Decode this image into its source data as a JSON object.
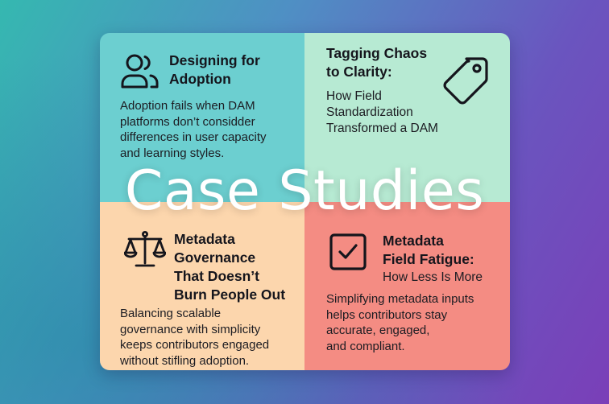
{
  "overlay_title": "Case Studies",
  "cards": {
    "adoption": {
      "icon": "users-icon",
      "title_lines": [
        "Designing for",
        "Adoption"
      ],
      "body_lines": [
        "Adoption fails when DAM",
        "platforms don’t considder",
        "differences in user capacity",
        "and learning styles."
      ]
    },
    "tagging": {
      "icon": "tag-icon",
      "title_lines": [
        "Tagging Chaos",
        "to Clarity:"
      ],
      "subtitle_lines": [
        "How Field",
        "Standardization",
        "Transformed a DAM"
      ]
    },
    "governance": {
      "icon": "scales-icon",
      "title_lines": [
        "Metadata",
        "Governance",
        "That Doesn’t",
        "Burn People Out"
      ],
      "body_lines": [
        "Balancing scalable",
        "governance with simplicity",
        "keeps contributors engaged",
        "without stifling adoption."
      ]
    },
    "fatigue": {
      "icon": "checkbox-icon",
      "title_lines": [
        "Metadata",
        "Field Fatigue:"
      ],
      "subtitle_lines": [
        "How Less Is More"
      ],
      "body_lines": [
        "Simplifying metadata inputs",
        "helps contributors stay",
        "accurate, engaged,",
        "and compliant."
      ]
    }
  }
}
